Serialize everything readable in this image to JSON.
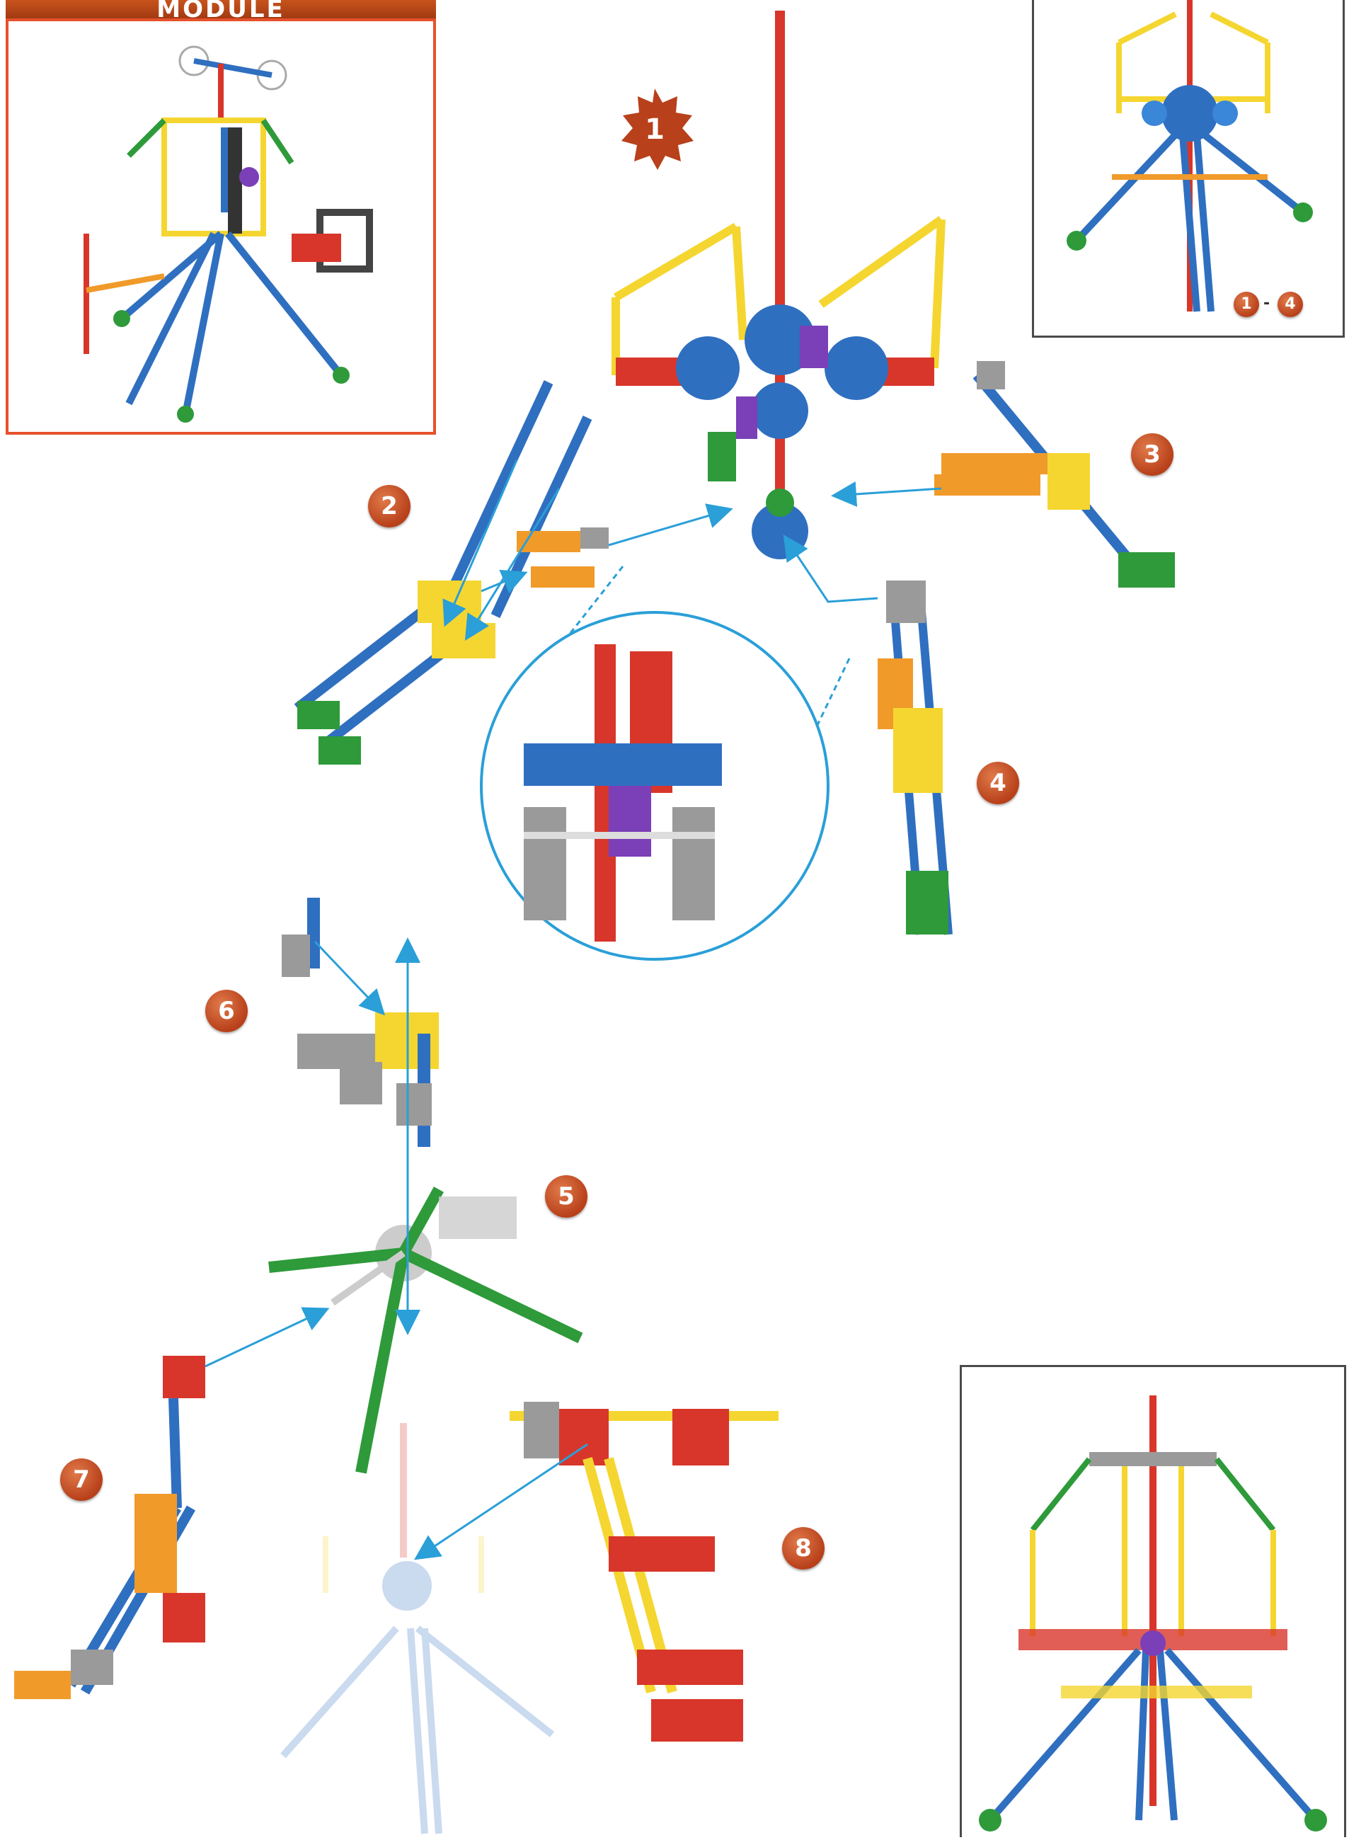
{
  "header": {
    "title": "MODULE"
  },
  "steps": [
    {
      "id": "1"
    },
    {
      "id": "2"
    },
    {
      "id": "3"
    },
    {
      "id": "4"
    },
    {
      "id": "5"
    },
    {
      "id": "6"
    },
    {
      "id": "7"
    },
    {
      "id": "8"
    }
  ],
  "preview_top": {
    "range_start": "1",
    "range_sep": "-",
    "range_end": "4"
  },
  "colors": {
    "badge": "#b8401a",
    "module_border": "#e6512b",
    "arrow": "#2a9fd8",
    "rod_red": "#d8362a",
    "rod_blue": "#2f6fc0",
    "rod_yellow": "#f5d630",
    "connector_green": "#2e9a3a",
    "connector_orange": "#f09a2a",
    "connector_purple": "#7b3fb8",
    "connector_gray": "#9a9a9a"
  }
}
